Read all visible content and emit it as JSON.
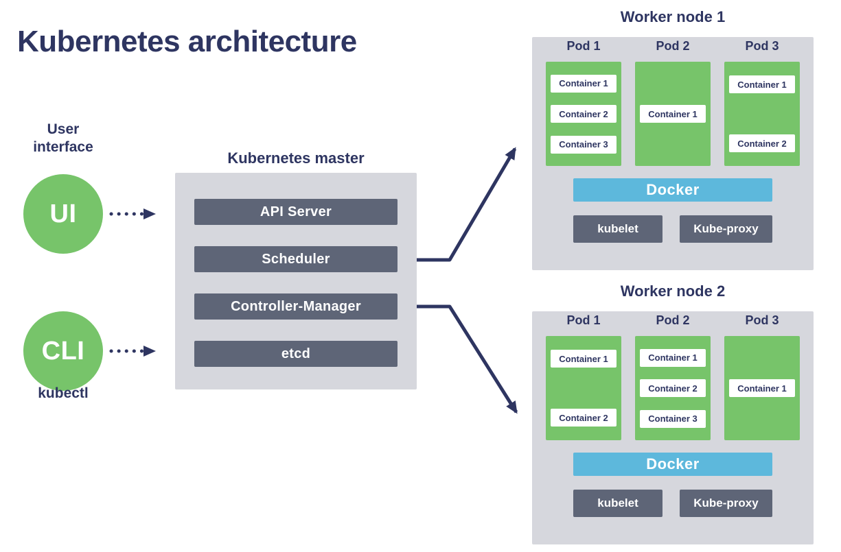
{
  "title": "Kubernetes architecture",
  "colors": {
    "navy": "#2e3561",
    "green": "#77c46a",
    "panel": "#d6d7dd",
    "slate": "#5e6577",
    "docker-blue": "#5db8dc",
    "white": "#ffffff"
  },
  "left_column": {
    "user_interface_label": "User interface",
    "ui_circle": "UI",
    "cli_circle": "CLI",
    "kubectl_label": "kubectl"
  },
  "master": {
    "title": "Kubernetes master",
    "components": [
      "API Server",
      "Scheduler",
      "Controller-Manager",
      "etcd"
    ]
  },
  "worker_nodes": [
    {
      "title": "Worker node 1",
      "pods": [
        {
          "label": "Pod 1",
          "containers": [
            "Container 1",
            "Container 2",
            "Container 3"
          ]
        },
        {
          "label": "Pod 2",
          "containers": [
            "Container 1"
          ]
        },
        {
          "label": "Pod 3",
          "containers": [
            "Container 1",
            "Container 2"
          ]
        }
      ],
      "docker_label": "Docker",
      "kubelet_label": "kubelet",
      "kube_proxy_label": "Kube-proxy"
    },
    {
      "title": "Worker node 2",
      "pods": [
        {
          "label": "Pod 1",
          "containers": [
            "Container 1",
            "Container 2"
          ]
        },
        {
          "label": "Pod 2",
          "containers": [
            "Container 1",
            "Container 2",
            "Container 3"
          ]
        },
        {
          "label": "Pod 3",
          "containers": [
            "Container 1"
          ]
        }
      ],
      "docker_label": "Docker",
      "kubelet_label": "kubelet",
      "kube_proxy_label": "Kube-proxy"
    }
  ]
}
